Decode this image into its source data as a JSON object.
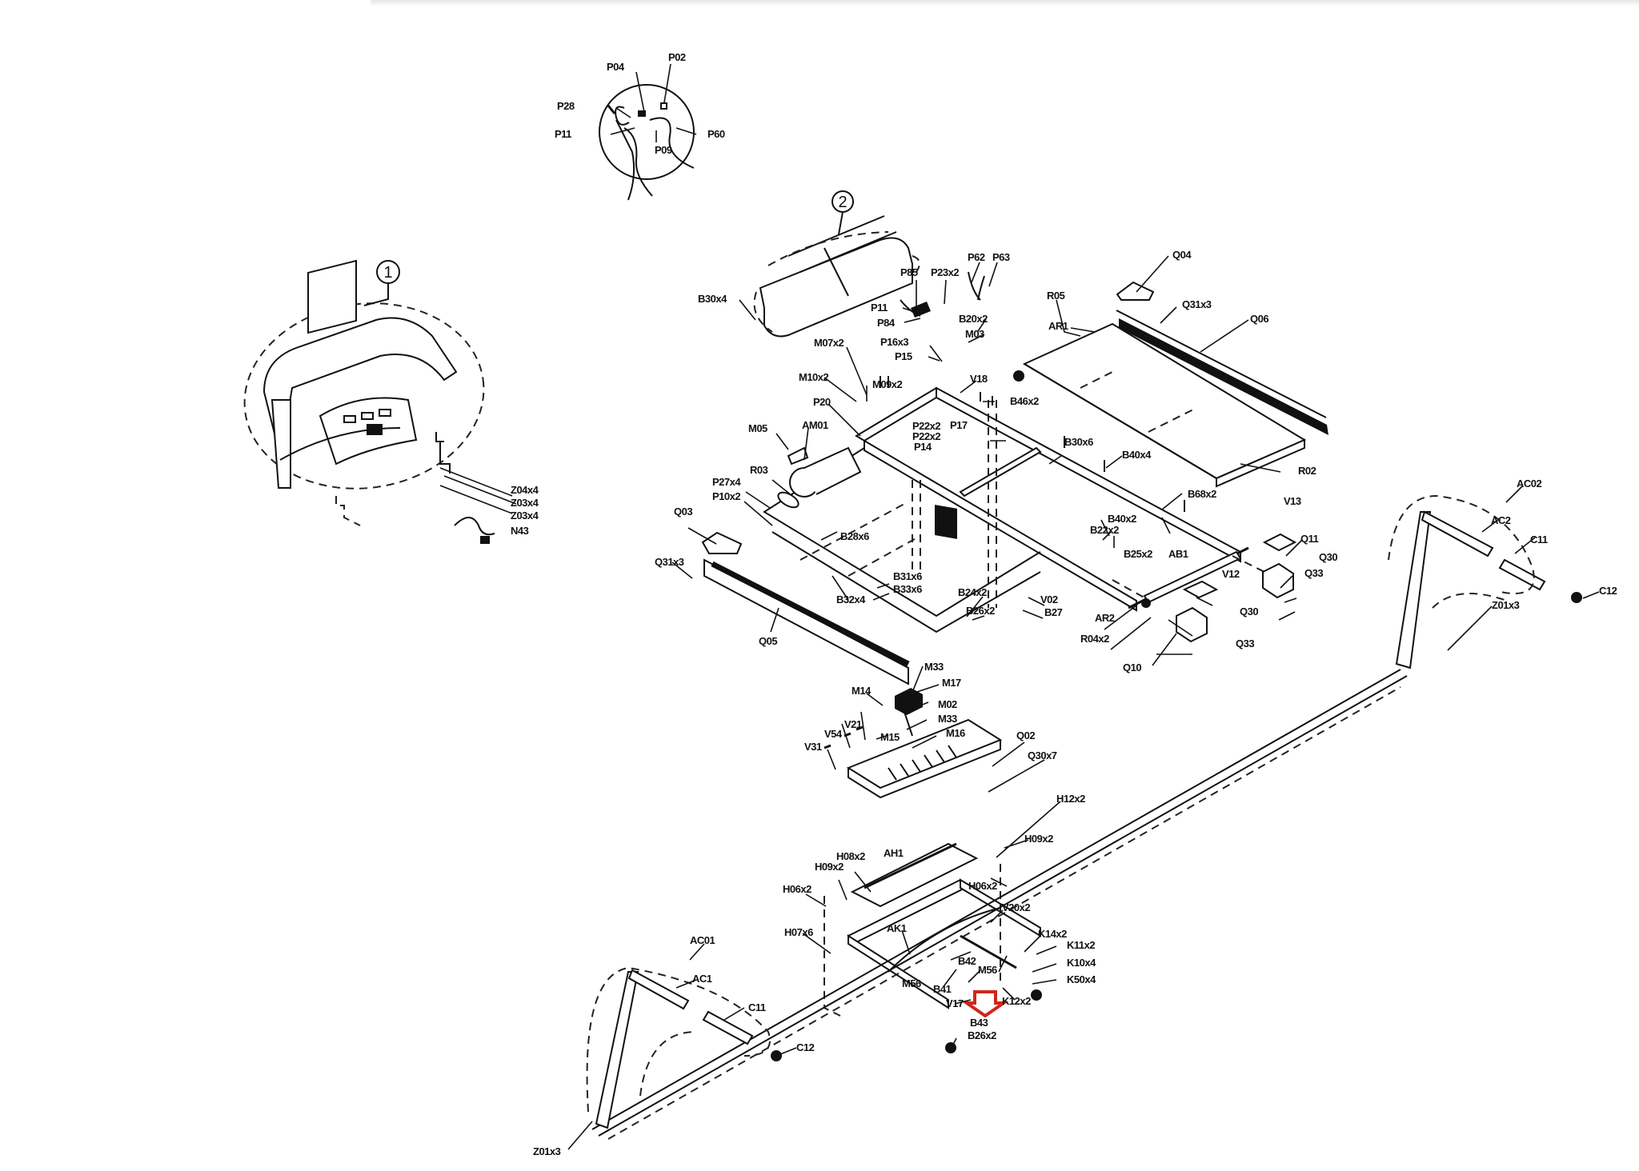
{
  "title": "Treadmill exploded parts diagram",
  "highlight_color": "#d0261c",
  "callouts": [
    {
      "id": "1",
      "label": "1",
      "part": "console-assembly"
    },
    {
      "id": "2",
      "label": "2",
      "part": "motor-hood-assembly"
    }
  ],
  "labels": {
    "P02": "P02",
    "P04": "P04",
    "P28": "P28",
    "P11a": "P11",
    "P09": "P09",
    "P60": "P60",
    "Z04": "Z04x4",
    "Z03a": "Z03x4",
    "Z03b": "Z03x4",
    "N43": "N43",
    "B30": "B30x4",
    "P85": "P85",
    "P23": "P23x2",
    "P62": "P62",
    "P63": "P63",
    "P11b": "P11",
    "P84": "P84",
    "B20": "B20x2",
    "M03": "M03",
    "P16": "P16x3",
    "P15": "P15",
    "M07": "M07x2",
    "M10": "M10x2",
    "M09": "M09x2",
    "V18": "V18",
    "P20": "P20",
    "B46": "B46x2",
    "P17": "P17",
    "P22a": "P22x2",
    "P22b": "P22x2",
    "P14": "P14",
    "M05": "M05",
    "AM01": "AM01",
    "R03": "R03",
    "P27": "P27x4",
    "P10": "P10x2",
    "R05": "R05",
    "AR1": "AR1",
    "Q04": "Q04",
    "Q31a": "Q31x3",
    "Q06": "Q06",
    "B30b": "B30x6",
    "B40a": "B40x4",
    "R02": "R02",
    "B68": "B68x2",
    "V13": "V13",
    "B40b": "B40x2",
    "B22": "B22x2",
    "B25": "B25x2",
    "AB1": "AB1",
    "Q11": "Q11",
    "Q30a": "Q30",
    "Q33a": "Q33",
    "V12": "V12",
    "AR2": "AR2",
    "R04": "R04x2",
    "Q30b": "Q30",
    "Q33b": "Q33",
    "Q10": "Q10",
    "Q03": "Q03",
    "Q31b": "Q31x3",
    "B28": "B28x6",
    "B31": "B31x6",
    "B33": "B33x6",
    "B32": "B32x4",
    "B24": "B24x2",
    "B26": "B26x2",
    "V02": "V02",
    "B27": "B27",
    "Q05": "Q05",
    "M33a": "M33",
    "M17": "M17",
    "M14": "M14",
    "M02": "M02",
    "M33b": "M33",
    "M15": "M15",
    "M16": "M16",
    "V21": "V21",
    "V54": "V54",
    "V31": "V31",
    "Q02": "Q02",
    "Q30x7": "Q30x7",
    "H12": "H12x2",
    "H09a": "H09x2",
    "H08a": "H08x2",
    "AH1": "AH1",
    "H09b": "H09x2",
    "H06a": "H06x2",
    "H06b": "H06x2",
    "V20": "V20x2",
    "H07": "H07x6",
    "AK1": "AK1",
    "K14": "K14x2",
    "K11": "K11x2",
    "K10": "K10x4",
    "K50": "K50x4",
    "B42": "B42",
    "M56a": "M56",
    "M56b": "M56",
    "B41": "B41",
    "V17": "V17",
    "K12": "K12x2",
    "B43": "B43",
    "B26b": "B26x2",
    "AC02": "AC02",
    "AC2": "AC2",
    "C11a": "C11",
    "C12a": "C12",
    "Z01a": "Z01x3",
    "AC01": "AC01",
    "AC1": "AC1",
    "C11b": "C11",
    "C12b": "C12",
    "Z01b": "Z01x3"
  }
}
